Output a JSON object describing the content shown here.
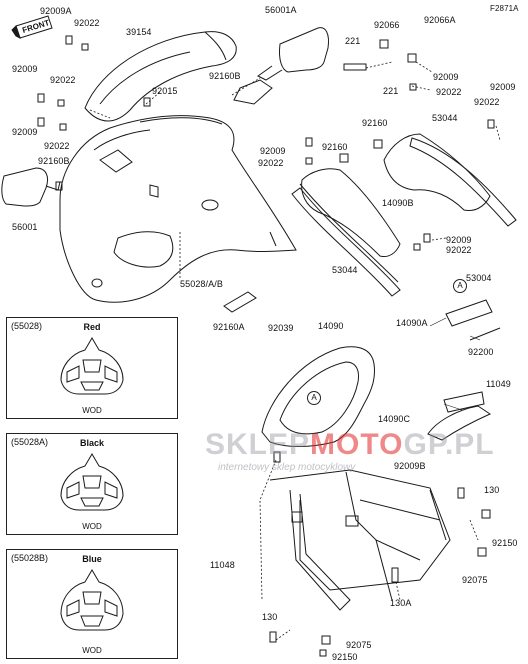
{
  "diagram_code": "F2871A",
  "front_label": "FRONT",
  "watermark": {
    "prefix": "SKLEP",
    "mid": "MOTO",
    "suffix": "GP.PL",
    "tagline": "internetowy sklep motocyklowy"
  },
  "circle_marker": "A",
  "part_labels": [
    "92009A",
    "92022",
    "39154",
    "56001A",
    "92066",
    "92066A",
    "221",
    "92009",
    "92022",
    "92009",
    "92022",
    "92160B",
    "92015",
    "92009",
    "92022",
    "221",
    "92160B",
    "56001",
    "92009",
    "92160",
    "92022",
    "92160",
    "53044",
    "14090B",
    "53044",
    "92009",
    "92022",
    "55028/A/B",
    "92160A",
    "92039",
    "14090",
    "14090A",
    "53004",
    "92200",
    "11049",
    "14090C",
    "92009B",
    "130",
    "92150",
    "11048",
    "92075",
    "130A",
    "130",
    "92075",
    "92150"
  ],
  "variants": [
    {
      "code": "(55028)",
      "color": "Red",
      "finish": "WOD"
    },
    {
      "code": "(55028A)",
      "color": "Black",
      "finish": "WOD"
    },
    {
      "code": "(55028B)",
      "color": "Blue",
      "finish": "WOD"
    }
  ],
  "colors": {
    "line": "#1a1a1a",
    "watermark_gray": "#9696a0",
    "watermark_red": "#e12828"
  }
}
